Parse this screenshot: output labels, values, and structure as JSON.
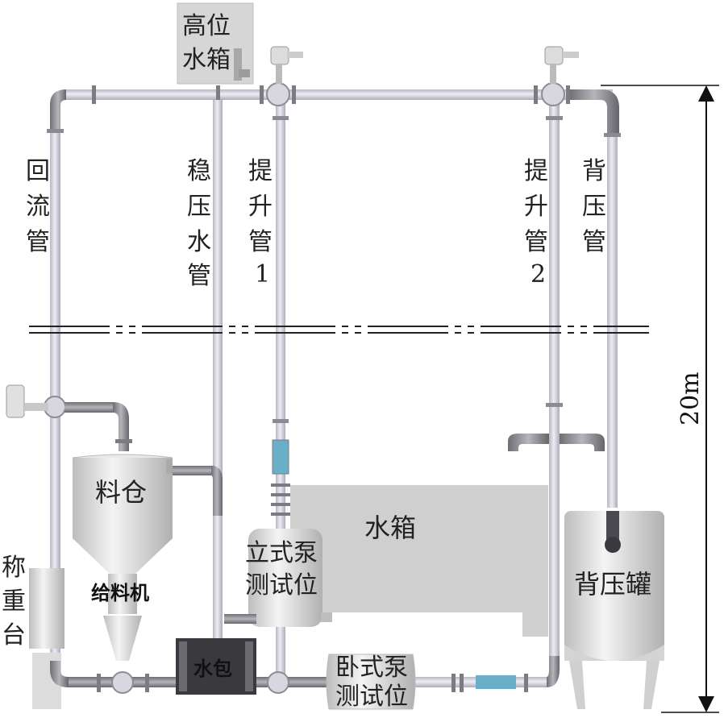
{
  "labels": {
    "high_tank": [
      "高位",
      "水箱"
    ],
    "return_pipe": [
      "回",
      "流",
      "管"
    ],
    "stabilizer_pipe": [
      "稳",
      "压",
      "水",
      "管"
    ],
    "riser1": [
      "提",
      "升",
      "管",
      "1"
    ],
    "riser2": [
      "提",
      "升",
      "管",
      "2"
    ],
    "back_pressure_pipe": [
      "背",
      "压",
      "管"
    ],
    "hopper": "料仓",
    "feeder": "给料机",
    "weighing_table": [
      "称",
      "重",
      "台"
    ],
    "water_tank": "水箱",
    "vertical_pump": [
      "立式泵",
      "测试位"
    ],
    "water_drum": "水包",
    "horizontal_pump": [
      "卧式泵",
      "测试位"
    ],
    "back_pressure_tank": "背压罐",
    "height_dimension": "20m"
  },
  "colors": {
    "pipe_light": "#d9d4e3",
    "pipe_dark": "#8f8f96",
    "vessel": "#e6e6e6",
    "vessel_edge": "#b8b8b8",
    "tank_gray": "#cfcfcf",
    "flange": "#7b7b82",
    "sight_glass": "#6aaec8"
  },
  "icons": [
    "valve-icon",
    "flange-icon",
    "elbow-icon"
  ]
}
